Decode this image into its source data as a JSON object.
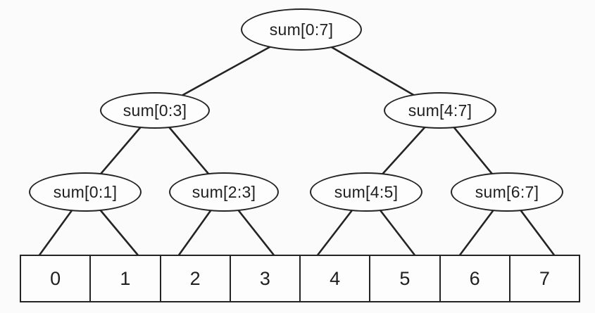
{
  "figure": {
    "type": "segment-tree-diagram",
    "nodes": [
      {
        "id": "sum-0-7",
        "label": "sum[0:7]"
      },
      {
        "id": "sum-0-3",
        "label": "sum[0:3]"
      },
      {
        "id": "sum-4-7",
        "label": "sum[4:7]"
      },
      {
        "id": "sum-0-1",
        "label": "sum[0:1]"
      },
      {
        "id": "sum-2-3",
        "label": "sum[2:3]"
      },
      {
        "id": "sum-4-5",
        "label": "sum[4:5]"
      },
      {
        "id": "sum-6-7",
        "label": "sum[6:7]"
      }
    ],
    "edges": [
      {
        "from": "sum[0:7]",
        "to": "sum[0:3]"
      },
      {
        "from": "sum[0:7]",
        "to": "sum[4:7]"
      },
      {
        "from": "sum[0:3]",
        "to": "sum[0:1]"
      },
      {
        "from": "sum[0:3]",
        "to": "sum[2:3]"
      },
      {
        "from": "sum[4:7]",
        "to": "sum[4:5]"
      },
      {
        "from": "sum[4:7]",
        "to": "sum[6:7]"
      },
      {
        "from": "sum[0:1]",
        "to": "cell-0"
      },
      {
        "from": "sum[0:1]",
        "to": "cell-1"
      },
      {
        "from": "sum[2:3]",
        "to": "cell-2"
      },
      {
        "from": "sum[2:3]",
        "to": "cell-3"
      },
      {
        "from": "sum[4:5]",
        "to": "cell-4"
      },
      {
        "from": "sum[4:5]",
        "to": "cell-5"
      },
      {
        "from": "sum[6:7]",
        "to": "cell-6"
      },
      {
        "from": "sum[6:7]",
        "to": "cell-7"
      }
    ],
    "array_cells": [
      "0",
      "1",
      "2",
      "3",
      "4",
      "5",
      "6",
      "7"
    ],
    "colors": {
      "stroke": "#242424",
      "background": "#fbfbfb",
      "node_fill": "#fdfdfd"
    }
  }
}
